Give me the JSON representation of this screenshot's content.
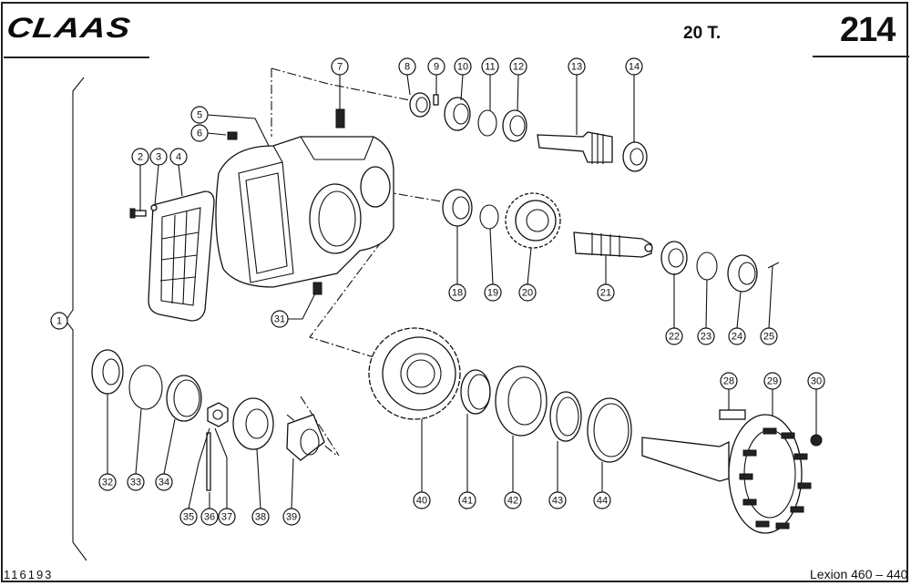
{
  "header": {
    "brand": "CLAAS",
    "sheet_code": "20 T.",
    "page_number": "214"
  },
  "footer": {
    "document_id": "116193",
    "model_range": "Lexion 460 – 440"
  },
  "diagram": {
    "title": "Exploded view – gearbox housing and output shaft",
    "assembly_callout": "1",
    "callouts": [
      "2",
      "3",
      "4",
      "5",
      "6",
      "7",
      "8",
      "9",
      "10",
      "11",
      "12",
      "13",
      "14",
      "18",
      "19",
      "20",
      "21",
      "22",
      "23",
      "24",
      "25",
      "28",
      "29",
      "30",
      "31",
      "32",
      "33",
      "34",
      "35",
      "36",
      "37",
      "38",
      "39",
      "40",
      "41",
      "42",
      "43",
      "44"
    ]
  }
}
